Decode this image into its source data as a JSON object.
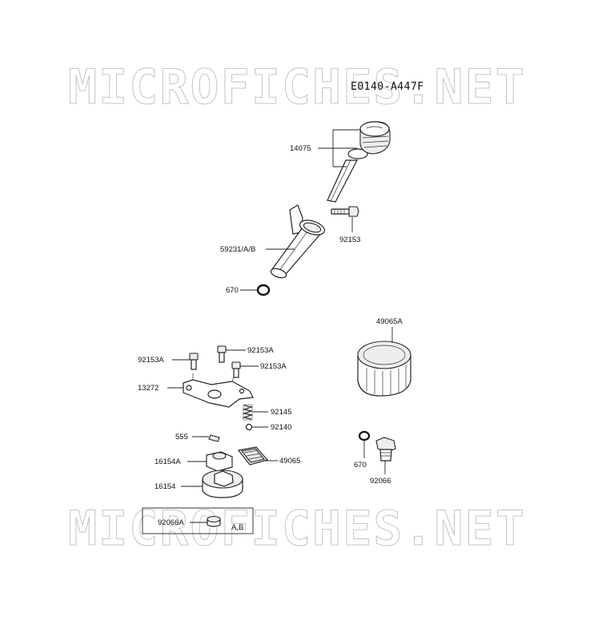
{
  "watermarks": [
    "MICROFICHES.NET",
    "MICROFICHES.NET"
  ],
  "diagram_code": "E0140-A447F",
  "parts": [
    {
      "label": "14075"
    },
    {
      "label": "92153"
    },
    {
      "label": "59231/A/B"
    },
    {
      "label": "670"
    },
    {
      "label": "49065A"
    },
    {
      "label": "92153A"
    },
    {
      "label": "92153A"
    },
    {
      "label": "92153A"
    },
    {
      "label": "13272"
    },
    {
      "label": "92145"
    },
    {
      "label": "92140"
    },
    {
      "label": "555"
    },
    {
      "label": "49065"
    },
    {
      "label": "16154A"
    },
    {
      "label": "16154"
    },
    {
      "label": "670"
    },
    {
      "label": "92066"
    },
    {
      "label": "92066A"
    }
  ],
  "boxed_note": "A,B"
}
